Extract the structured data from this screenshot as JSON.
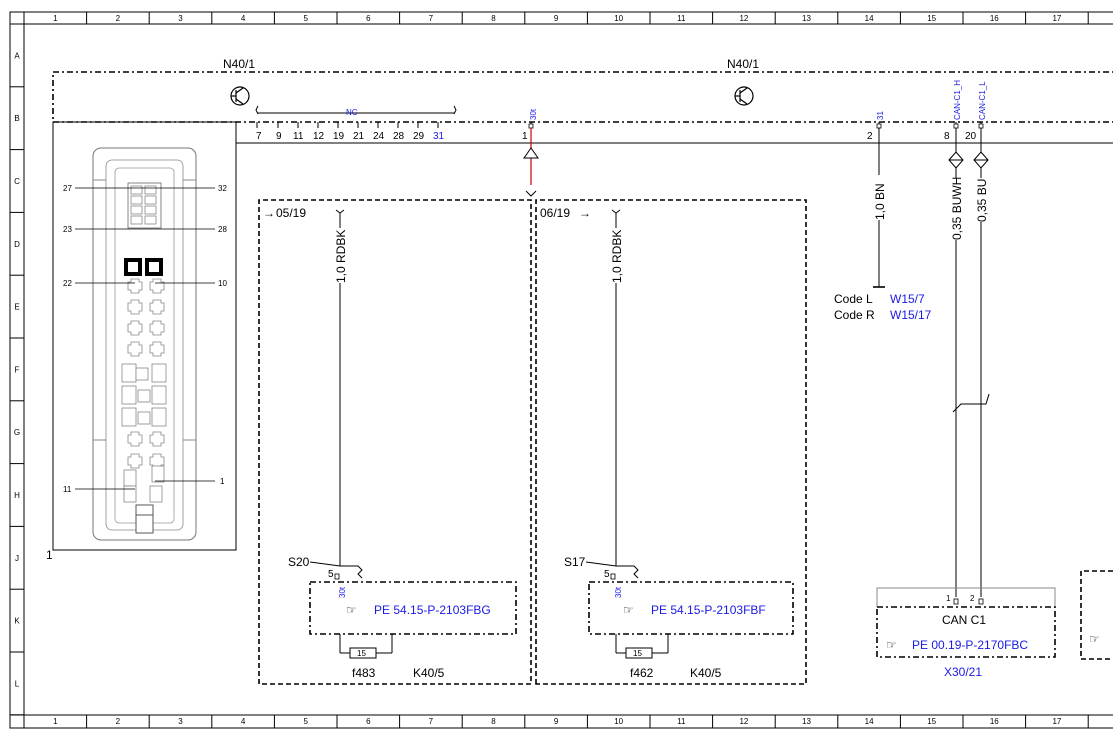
{
  "ruler": {
    "columns": [
      "1",
      "2",
      "3",
      "4",
      "5",
      "6",
      "7",
      "8",
      "9",
      "10",
      "11",
      "12",
      "13",
      "14",
      "15",
      "16",
      "17"
    ],
    "rows": [
      "A",
      "B",
      "C",
      "D",
      "E",
      "F",
      "G",
      "H",
      "J",
      "K",
      "L"
    ]
  },
  "module": {
    "left_label": "N40/1",
    "right_label": "N40/1",
    "nc_label": "NC",
    "pins": [
      "7",
      "9",
      "11",
      "12",
      "19",
      "21",
      "24",
      "28",
      "29"
    ],
    "pin31": "31",
    "pin1": "1",
    "pin1_tag": "30t",
    "pin2": "2",
    "pin2_tag": "31",
    "pin8": "8",
    "pin8_tag": "CAN-C1_H",
    "pin20": "20",
    "pin20_tag": "CAN-C1_L"
  },
  "connector_view": {
    "index": "1",
    "pins": [
      "27",
      "32",
      "23",
      "28",
      "22",
      "10",
      "11",
      "1"
    ]
  },
  "branch_left": {
    "date": "05/19",
    "wire": "1,0 RDBK",
    "switch": "S20",
    "pin": "5",
    "tag": "30t",
    "ref": "PE 54.15-P-2103FBG",
    "fuse": "15",
    "fuse_name": "f483",
    "relay": "K40/5"
  },
  "branch_right": {
    "date": "06/19",
    "wire": "1,0 RDBK",
    "switch": "S17",
    "pin": "5",
    "tag": "30t",
    "ref": "PE 54.15-P-2103FBF",
    "fuse": "15",
    "fuse_name": "f462",
    "relay": "K40/5"
  },
  "ground": {
    "wire": "1,0 BN",
    "code_l_label": "Code L",
    "code_l_ref": "W15/7",
    "code_r_label": "Code R",
    "code_r_ref": "W15/17"
  },
  "can": {
    "wire_h": "0,35 BUWH",
    "wire_l": "0,35 BU",
    "pin1": "1",
    "pin2": "2",
    "title": "CAN C1",
    "ref": "PE 00.19-P-2170FBC",
    "connector": "X30/21"
  }
}
